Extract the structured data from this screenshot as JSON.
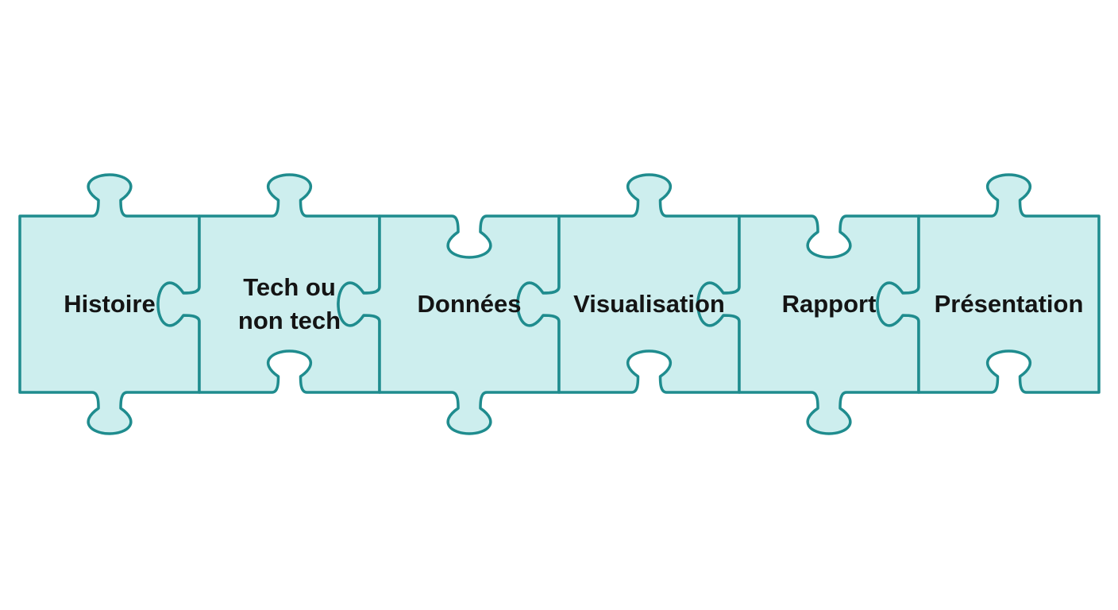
{
  "colors": {
    "piece_fill": "#cdeeee",
    "piece_stroke": "#1f8c8e",
    "text": "#141414",
    "background": "#ffffff"
  },
  "pieces": [
    {
      "label": "Histoire"
    },
    {
      "label": "Tech ou\nnon tech"
    },
    {
      "label": "Données"
    },
    {
      "label": "Visualisation"
    },
    {
      "label": "Rapport"
    },
    {
      "label": "Présentation"
    }
  ]
}
